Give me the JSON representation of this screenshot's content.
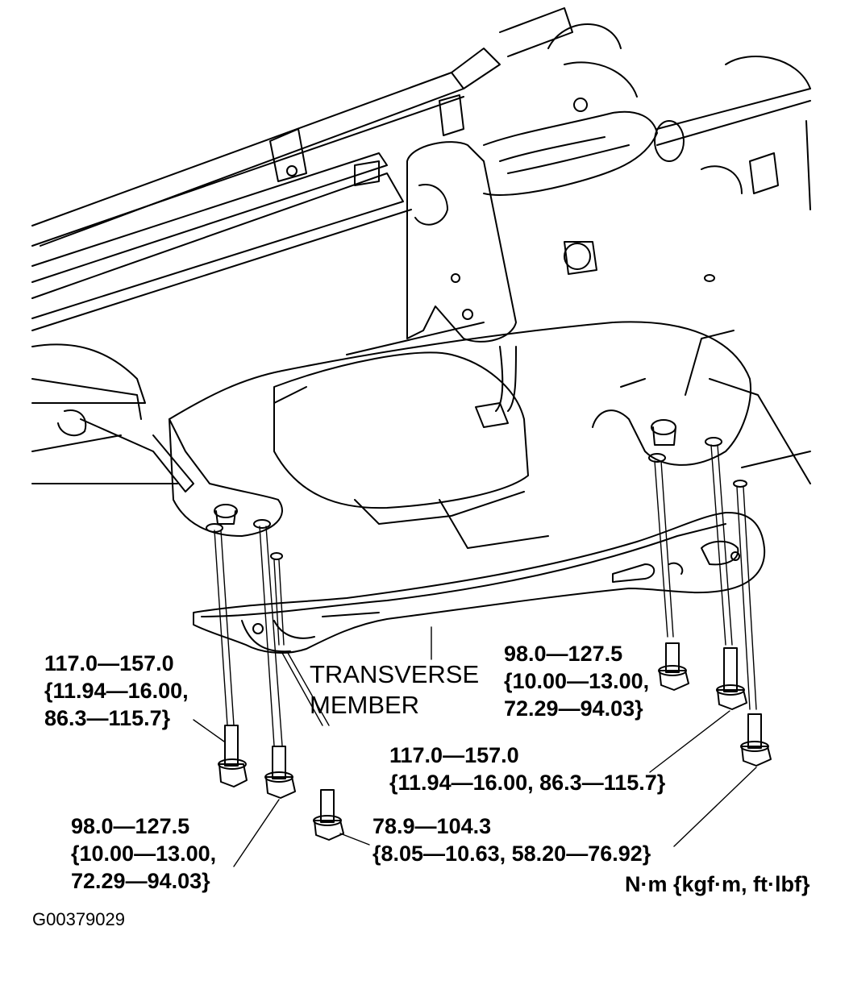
{
  "diagram": {
    "part_label": [
      "TRANSVERSE",
      "MEMBER"
    ],
    "torque_labels": {
      "left_upper": [
        "117.0—157.0",
        "{11.94—16.00,",
        "86.3—115.7}"
      ],
      "left_lower": [
        "98.0—127.5",
        "{10.00—13.00,",
        "72.29—94.03}"
      ],
      "center_lower": [
        "78.9—104.3",
        "{8.05—10.63, 58.20—76.92}"
      ],
      "right_upper": [
        "98.0—127.5",
        "{10.00—13.00,",
        "72.29—94.03}"
      ],
      "right_middle": [
        "117.0—157.0",
        "{11.94—16.00, 86.3—115.7}"
      ]
    },
    "units": "N·m {kgf·m, ft·lbf}",
    "figure_code": "G00379029"
  }
}
